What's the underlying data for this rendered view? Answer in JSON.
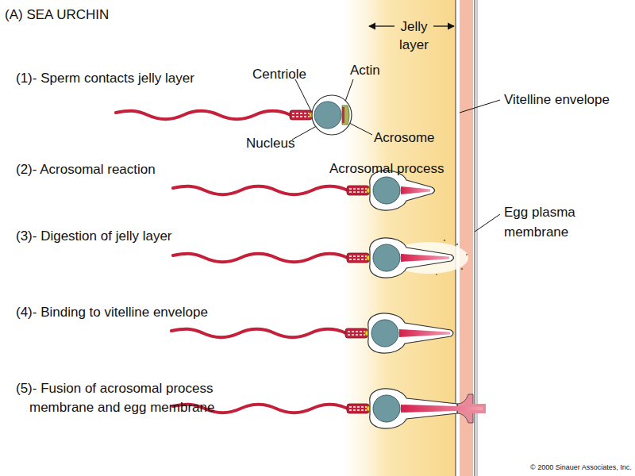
{
  "diagram": {
    "title": "(A) SEA URCHIN",
    "labels": [
      "(1)- Sperm contacts jelly layer",
      "Centriole",
      "Actin",
      "Nucleus",
      "Acrosome",
      "Jelly layer",
      "Vitelline envelope",
      "(2)- Acrosomal reaction",
      "Acrosomal process",
      "Egg plasma membrane",
      "(3)- Digestion of jelly layer",
      "(4)- Binding to vitelline envelope",
      "(5)- Fusion of acrosomal process membrane and egg membrane",
      "© 2000 Sinauer Associates, Inc."
    ]
  }
}
